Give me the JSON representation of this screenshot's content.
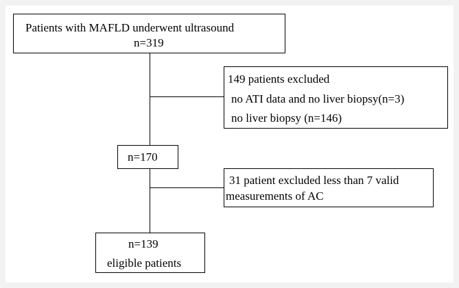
{
  "flowchart": {
    "start": {
      "line1": "Patients with MAFLD underwent ultrasound",
      "line2": "n=319"
    },
    "exclusion1": {
      "heading": "149 patients excluded",
      "reason1": "no ATI data and no liver biopsy(n=3)",
      "reason2": "no liver biopsy (n=146)"
    },
    "middle": {
      "line1": "n=170"
    },
    "exclusion2": {
      "line1": "31 patient excluded less than 7 valid",
      "line2": "measurements of AC"
    },
    "final": {
      "line1": "n=139",
      "line2": "eligible patients"
    }
  }
}
